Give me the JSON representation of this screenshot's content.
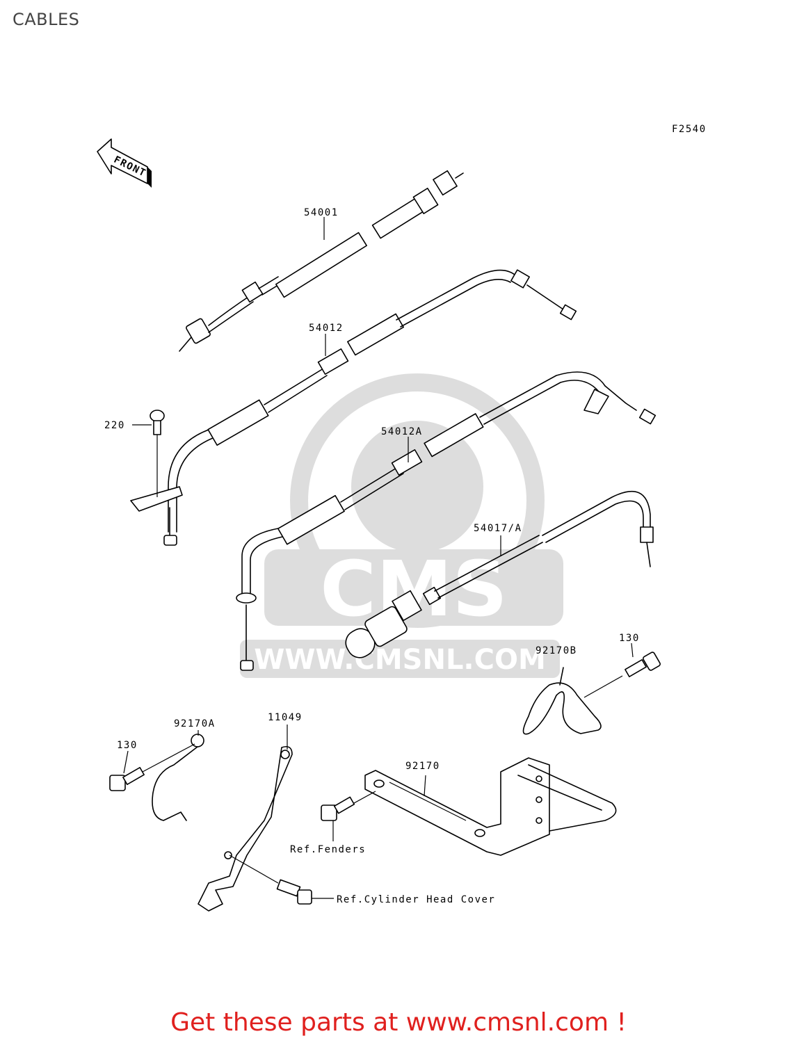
{
  "title": "CABLES",
  "figure_code": "F2540",
  "front_label": "FRONT",
  "watermark": {
    "brand": "CMS",
    "url": "WWW.CMSNL.COM"
  },
  "parts": [
    {
      "number": "54001"
    },
    {
      "number": "54012"
    },
    {
      "number": "54012A"
    },
    {
      "number": "54017/A"
    },
    {
      "number": "220"
    },
    {
      "number": "130"
    },
    {
      "number": "130"
    },
    {
      "number": "92170B"
    },
    {
      "number": "92170A"
    },
    {
      "number": "11049"
    },
    {
      "number": "92170"
    }
  ],
  "references": {
    "fenders": "Ref.Fenders",
    "cylinder_head_cover": "Ref.Cylinder Head Cover"
  },
  "footer": "Get these parts at www.cmsnl.com !"
}
